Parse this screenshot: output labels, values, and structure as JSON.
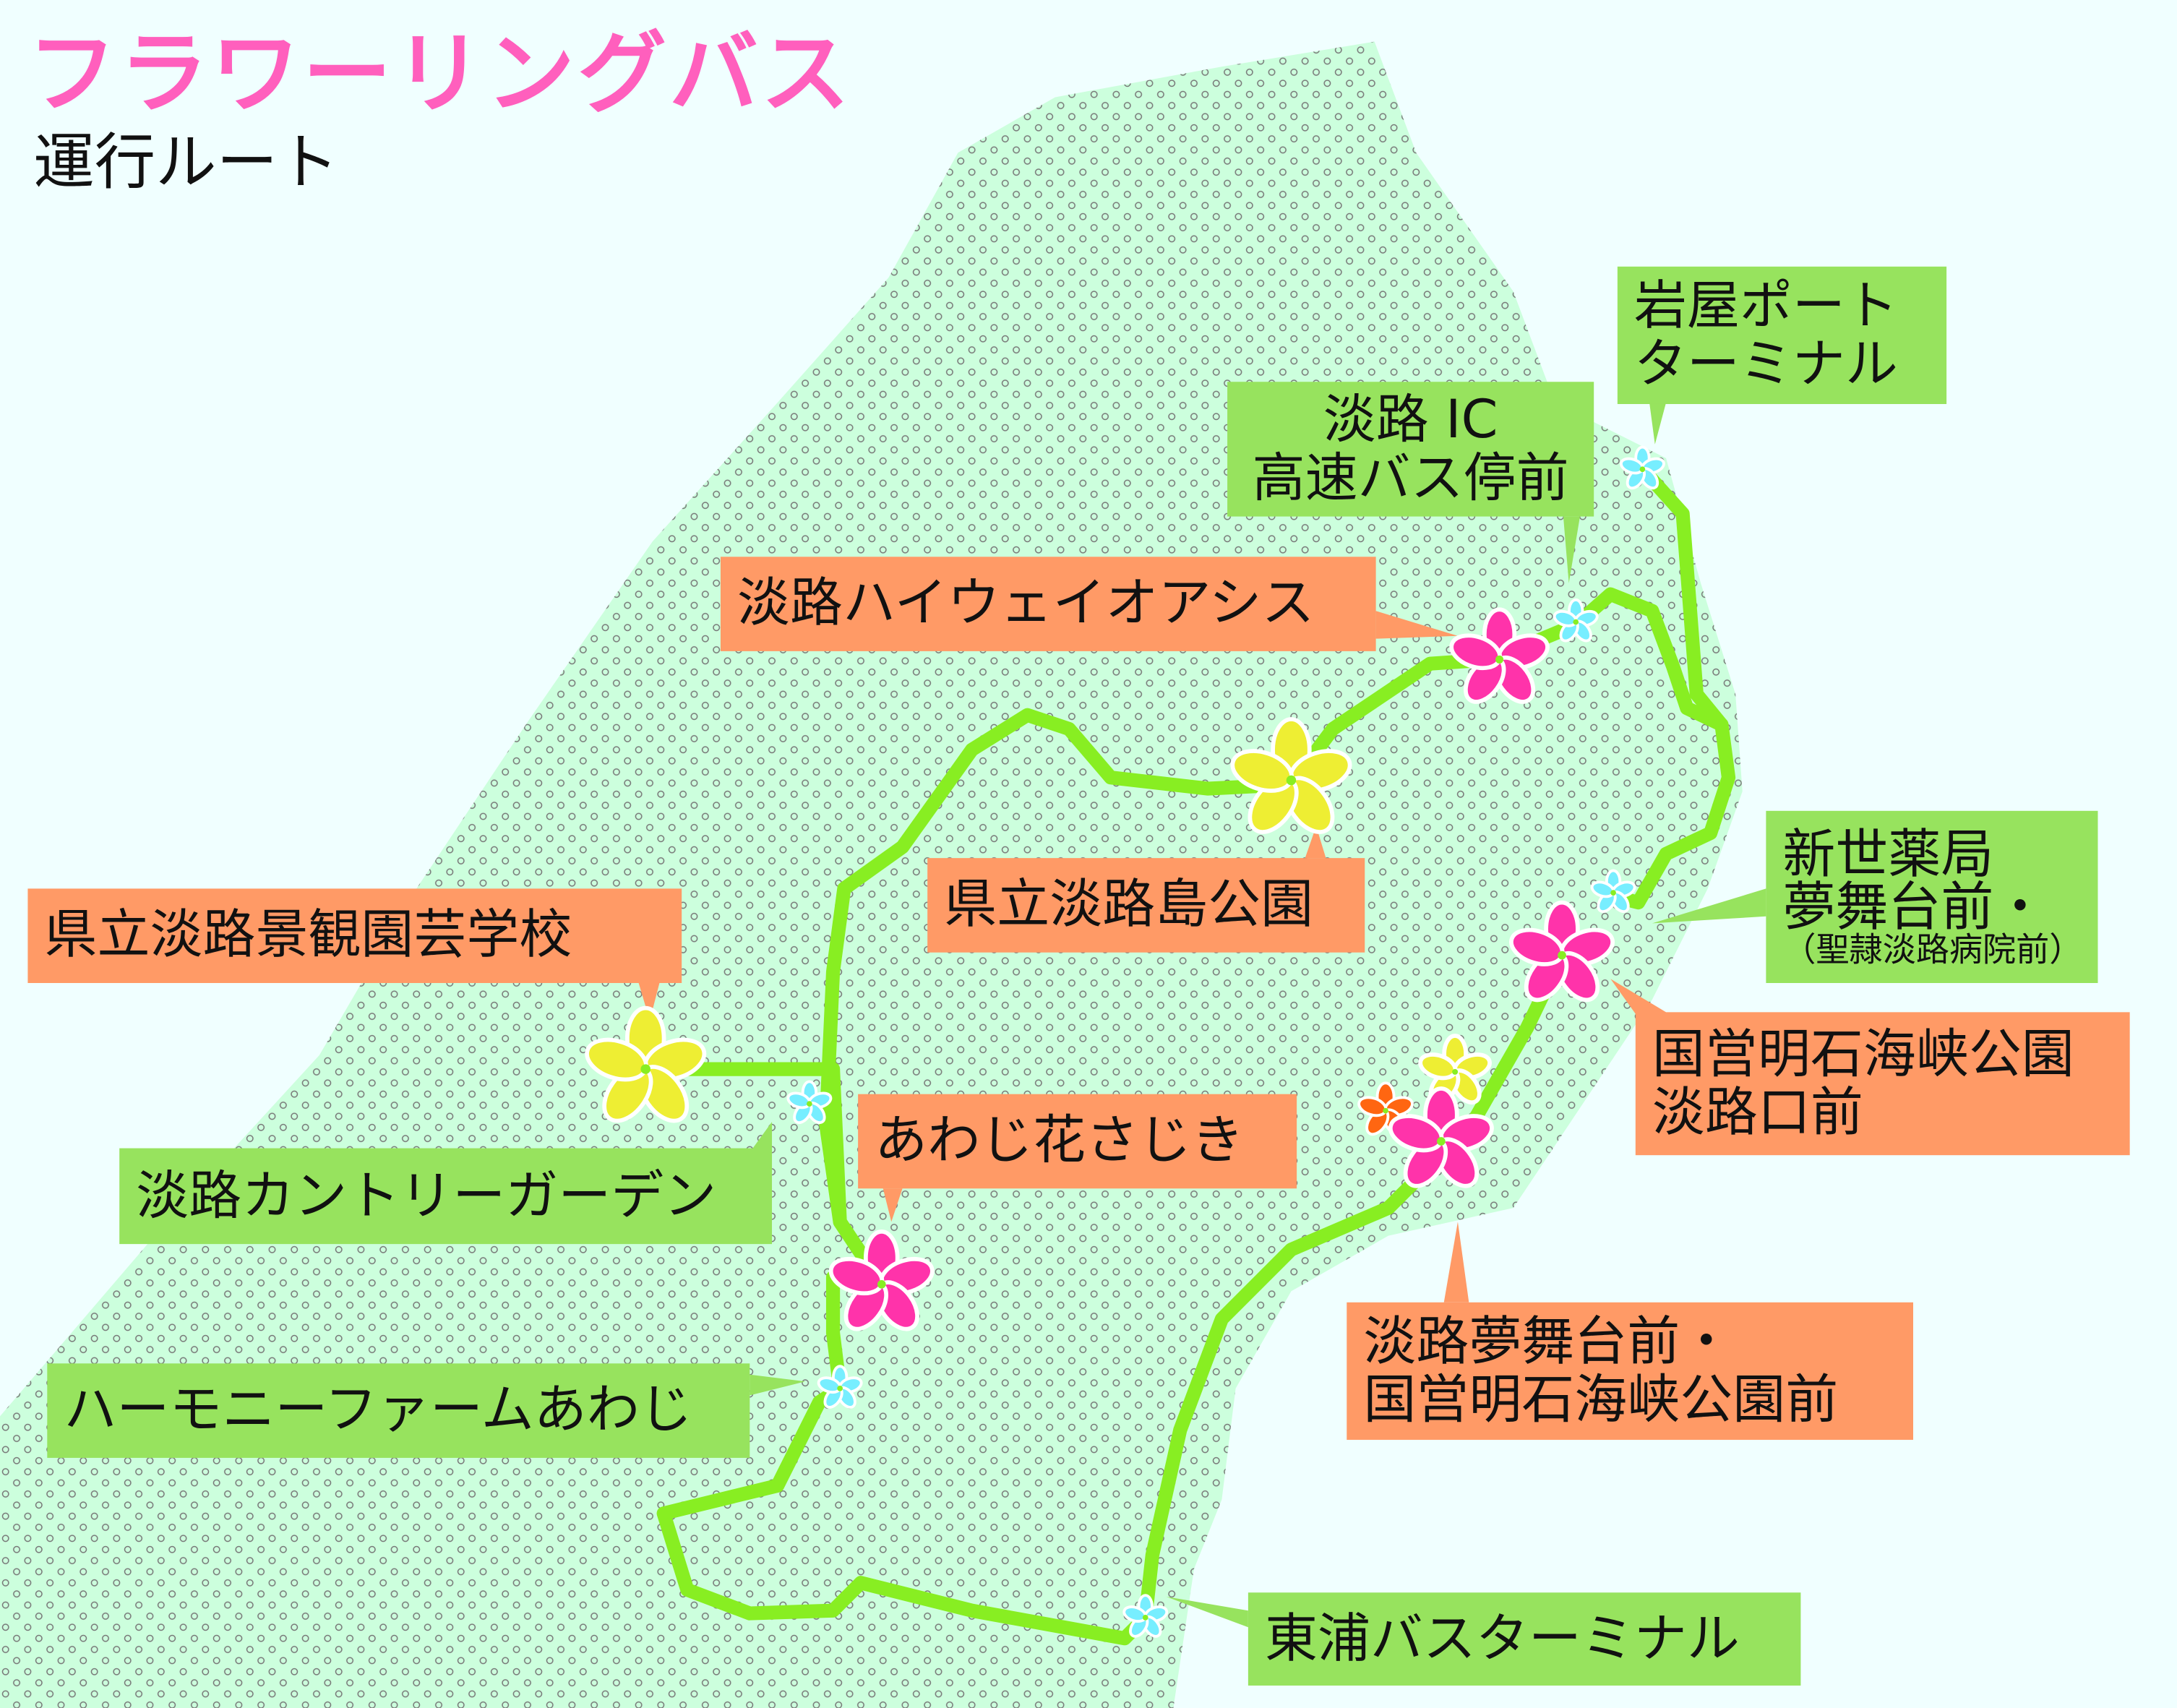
{
  "title": "フラワーリングバス",
  "subtitle": "運行ルート",
  "colors": {
    "sea": "#f0ffff",
    "land": "#ccffdd",
    "route": "#88ee22",
    "green_label": "#97e35e",
    "orange_label": "#ff9a66",
    "title": "#ff5fbd"
  },
  "stops": {
    "iwaya": {
      "line1": "岩屋ポート",
      "line2": "ターミナル",
      "type": "bus-stop"
    },
    "awaji_ic": {
      "line1": "淡路 IC",
      "line2": "高速バス停前",
      "type": "bus-stop"
    },
    "highway_oasis": {
      "line1": "淡路ハイウェイオアシス",
      "type": "flower-spot"
    },
    "shinsei": {
      "line1": "新世薬局",
      "line2": "夢舞台前・",
      "line3": "（聖隷淡路病院前）",
      "type": "bus-stop"
    },
    "kenritsu_park": {
      "line1": "県立淡路島公園",
      "type": "flower-spot"
    },
    "keikan_school": {
      "line1": "県立淡路景観園芸学校",
      "type": "flower-spot"
    },
    "akashi_awajiguchi": {
      "line1": "国営明石海峡公園",
      "line2": "淡路口前",
      "type": "flower-spot"
    },
    "hanasajiki": {
      "line1": "あわじ花さじき",
      "type": "flower-spot"
    },
    "country_garden": {
      "line1": "淡路カントリーガーデン",
      "type": "bus-stop"
    },
    "yumebutai": {
      "line1": "淡路夢舞台前・",
      "line2": "国営明石海峡公園前",
      "type": "flower-spot"
    },
    "harmony_farm": {
      "line1": "ハーモニーファームあわじ",
      "type": "bus-stop"
    },
    "higashiura": {
      "line1": "東浦バスターミナル",
      "type": "bus-stop"
    }
  }
}
